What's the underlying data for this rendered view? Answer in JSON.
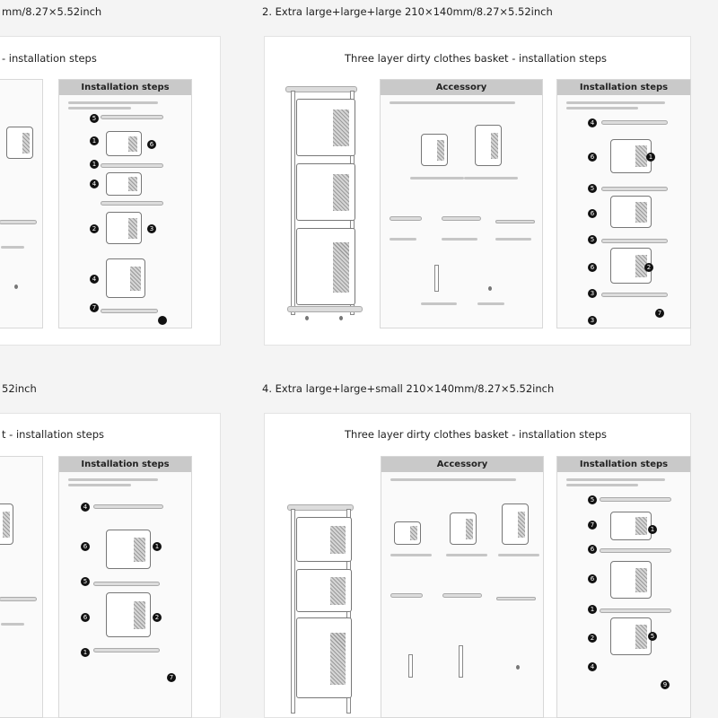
{
  "cards": {
    "tl": {
      "header": "mm/8.27×5.52inch",
      "subtitle": "- installation steps",
      "steps_title": "Installation steps"
    },
    "tr": {
      "header": "2. Extra large+large+large  210×140mm/8.27×5.52inch",
      "subtitle": "Three layer dirty clothes basket - installation steps",
      "accessory_title": "Accessory",
      "steps_title": "Installation steps"
    },
    "bl": {
      "header": "52inch",
      "subtitle": "t - installation steps",
      "steps_title": "Installation steps"
    },
    "br": {
      "header": "4. Extra large+large+small  210×140mm/8.27×5.52inch",
      "subtitle": "Three layer dirty clothes basket - installation steps",
      "accessory_title": "Accessory",
      "steps_title": "Installation steps"
    }
  },
  "markers": {
    "tl": [
      "5",
      "1",
      "6",
      "1",
      "4",
      "2",
      "3",
      "4",
      "7"
    ],
    "tr": [
      "4",
      "6",
      "1",
      "5",
      "6",
      "5",
      "2",
      "6",
      "3",
      "3",
      "7"
    ],
    "bl": [
      "4",
      "6",
      "1",
      "5",
      "6",
      "2",
      "1",
      "7"
    ],
    "br": [
      "5",
      "7",
      "1",
      "6",
      "6",
      "1",
      "5",
      "2",
      "4",
      "9"
    ]
  },
  "colors": {
    "background": "#f4f4f4",
    "sheet": "#ffffff",
    "panel_header": "#c9c9c9",
    "marker": "#111111"
  }
}
